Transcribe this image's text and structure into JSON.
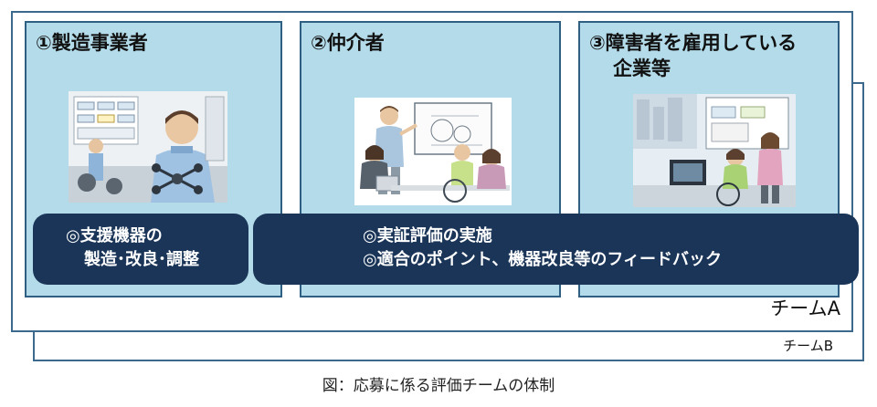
{
  "panels": [
    {
      "title_line1": "①製造事業者",
      "title_line2": ""
    },
    {
      "title_line1": "②仲介者",
      "title_line2": ""
    },
    {
      "title_line1": "③障害者を雇用している",
      "title_line2": "企業等"
    }
  ],
  "pills": {
    "left": {
      "line1": "◎支援機器の",
      "line2": "製造･改良･調整"
    },
    "right": {
      "line1": "◎実証評価の実施",
      "line2": "◎適合のポイント、機器改良等のフィードバック"
    }
  },
  "teams": {
    "team_a": "チームA",
    "team_b": "チームB"
  },
  "caption": "図：応募に係る評価チームの体制",
  "colors": {
    "panel_fill": "#b3dbe9",
    "panel_border": "#2f5f82",
    "pill_fill": "#1a3558",
    "frame_border": "#3d6a8c"
  },
  "icons": [
    "factory-worker-illustration",
    "consultation-meeting-illustration",
    "office-wheelchair-user-illustration"
  ]
}
